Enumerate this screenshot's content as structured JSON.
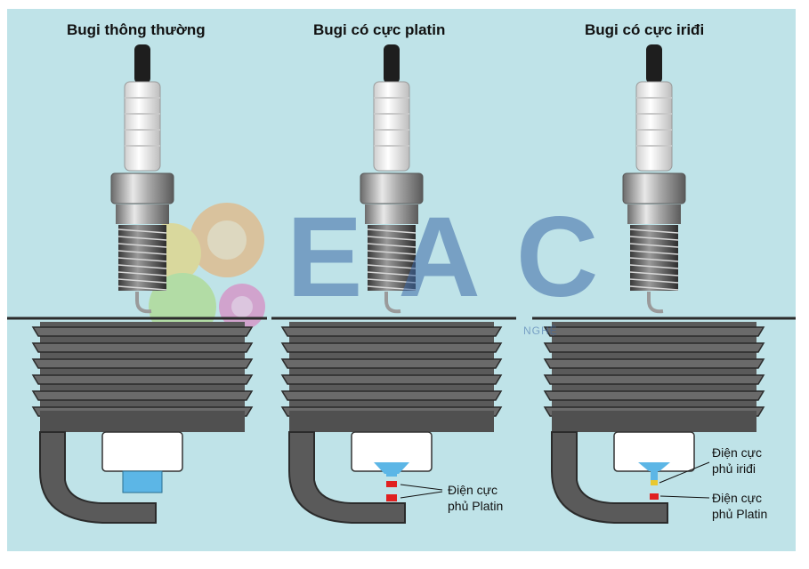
{
  "panels": [
    {
      "title": "Bugi thông thường",
      "tip": "plain",
      "labels": []
    },
    {
      "title": "Bugi có cực platin",
      "tip": "platinum",
      "labels": [
        "Điện cực",
        "phủ Platin"
      ]
    },
    {
      "title": "Bugi có cực iriđi",
      "tip": "iridium",
      "labels": [
        "Điện cực",
        "phủ iriđi",
        "Điện cực",
        "phủ Platin"
      ]
    }
  ],
  "watermark": {
    "letters": "EAC",
    "tagline": "NGHỆ"
  },
  "colors": {
    "background": "#bfe3e8",
    "engine_block": "#5a5a5a",
    "engine_fin_edge": "#2b2b2b",
    "insulator": "#ffffff",
    "plain_tip": "#5cb6e6",
    "platinum_tip": "#e02020",
    "iridium_tip": "#e8c830",
    "watermark_blue": "#3e6aa8"
  },
  "icons": [
    "spark-plug-icon",
    "engine-block-icon",
    "watermark-logo-icon"
  ]
}
